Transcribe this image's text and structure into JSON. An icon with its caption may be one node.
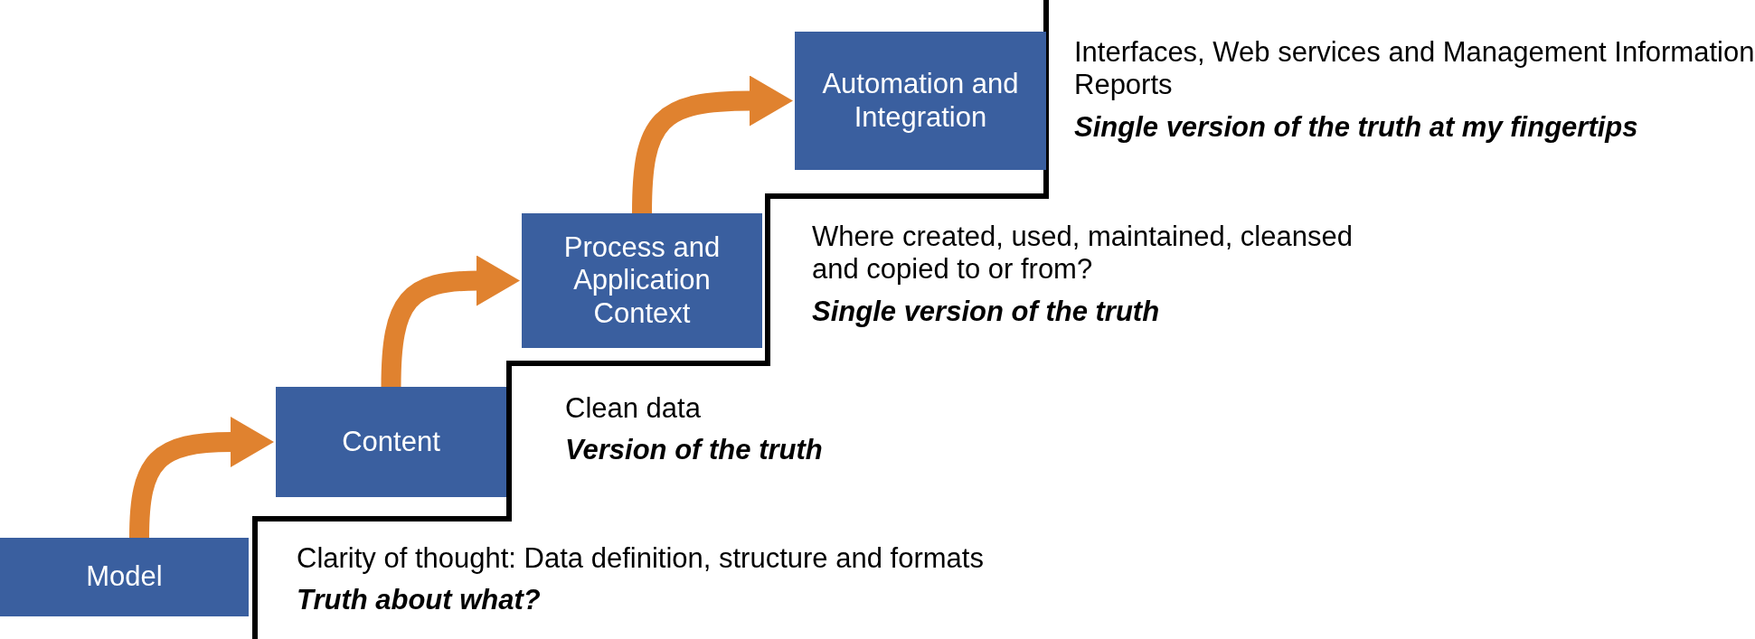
{
  "diagram": {
    "nodes": [
      {
        "text": [
          "Model"
        ],
        "beside": [
          "Clarity of thought: Data definition, structure and formats",
          "Truth about what?"
        ]
      },
      {
        "text": [
          "Content"
        ],
        "beside": [
          "Clean data",
          "Version of the truth"
        ]
      },
      {
        "text": [
          "Process and Application Context"
        ],
        "beside": [
          "Where created, used, maintained, cleansed and copied to or from?",
          "Single version of the truth"
        ]
      },
      {
        "text": [
          "Automation and Integration"
        ],
        "beside": [
          "Interfaces, Web services and Management Information Reports",
          "Single version of the truth at my fingertips"
        ]
      }
    ],
    "edges": [
      {
        "from": 0,
        "to": 1,
        "arrow": "to"
      },
      {
        "from": 1,
        "to": 2,
        "arrow": "to"
      },
      {
        "from": 2,
        "to": 3,
        "arrow": "to"
      }
    ]
  }
}
